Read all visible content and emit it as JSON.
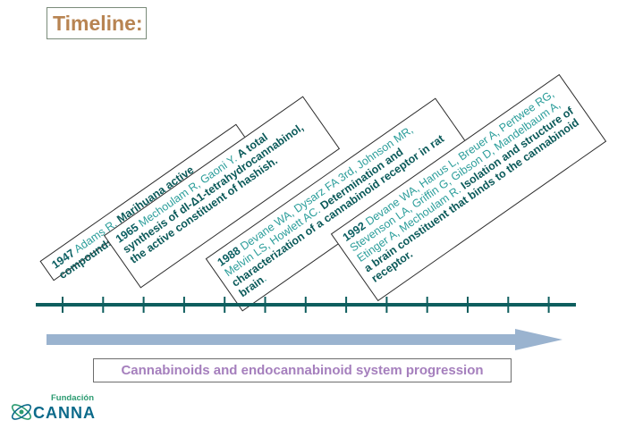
{
  "title": "Timeline:",
  "entries": [
    {
      "year": "1947",
      "authors": "Adams R.",
      "article": "Marihuana active compounds",
      "tail": ""
    },
    {
      "year": "1965",
      "authors": "Mechoulam R, Gaoni Y.",
      "article": "A total synthesis of dl-Δ1-tetrahydrocannabinol, the active constituent of hashish.",
      "tail": ""
    },
    {
      "year": "1988",
      "authors": "Devane WA, Dysarz FA 3rd, Johnson MR, Melvin LS, Howlett AC.",
      "article": "Determination and characterization of a cannabinoid receptor in rat brain",
      "tail": "."
    },
    {
      "year": "1992",
      "authors": "Devane WA, Hanus L, Breuer A, Pertwee RG, Stevenson LA, Griffin G, Gibson D, Mandelbaum A, Etinger A, Mechoulam R.",
      "article": "Isolation and structure of a brain constituent that binds to the cannabinoid receptor.",
      "tail": ""
    }
  ],
  "caption": "Cannabinoids and endocannabinoid system progression",
  "logo": {
    "small": "Fundación",
    "big": "CANNA"
  },
  "colors": {
    "title": "#b88452",
    "year": "#0b5f62",
    "authors": "#2a9d9a",
    "article": "#0b5a5a",
    "axis": "#0e5e5e",
    "arrow": "#9ab3cf",
    "caption": "#a57fbd"
  }
}
